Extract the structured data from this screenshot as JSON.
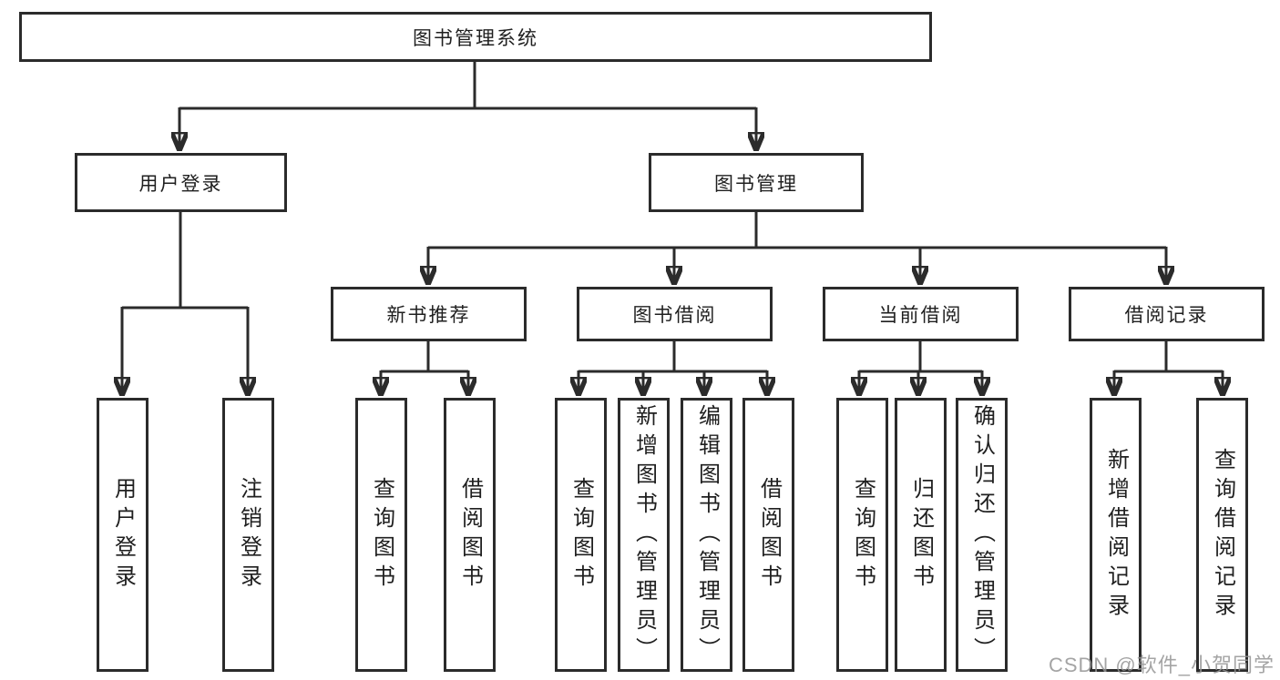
{
  "title": "图书管理系统",
  "level2": {
    "user_login": "用户登录",
    "book_mgmt": "图书管理"
  },
  "level3": {
    "new_books": "新书推荐",
    "borrowing": "图书借阅",
    "current": "当前借阅",
    "records": "借阅记录"
  },
  "leaves": {
    "login": "用户登录",
    "logout": "注销登录",
    "nb_query": "查询图书",
    "nb_borrow": "借阅图书",
    "b_query": "查询图书",
    "b_add": "新增图书（管理员）",
    "b_edit": "编辑图书（管理员）",
    "b_borrow": "借阅图书",
    "c_query": "查询图书",
    "c_return": "归还图书",
    "c_confirm": "确认归还（管理员）",
    "r_add": "新增借阅记录",
    "r_query": "查询借阅记录"
  },
  "watermark": "CSDN @软件_小贺同学",
  "colors": {
    "line": "#2b2b2b",
    "text": "#1f1f1f",
    "background": "#ffffff"
  }
}
